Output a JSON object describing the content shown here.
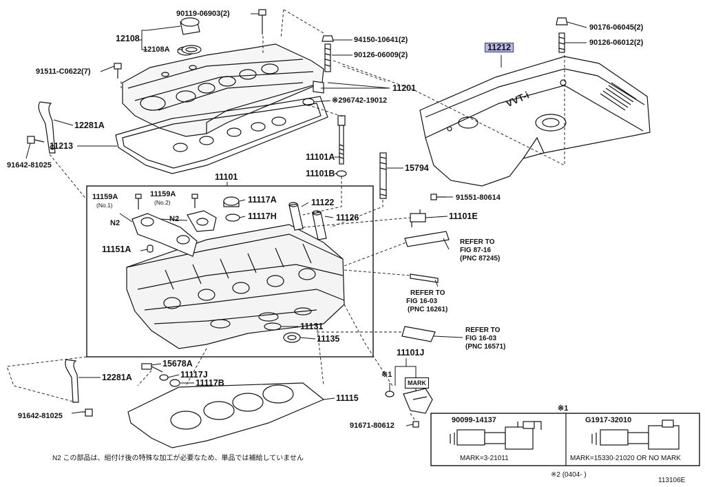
{
  "parts": {
    "p90119": "90119-06903(2)",
    "p12108": "12108",
    "p12108A": "12108A",
    "p94150": "94150-10641(2)",
    "p90126a": "90126-06009(2)",
    "p91511": "91511-C0622(7)",
    "p11201": "11201",
    "p296742": "※296742-19012",
    "p12281A_top": "12281A",
    "p11213": "11213",
    "p91642_top": "91642-81025",
    "p90176": "90176-06045(2)",
    "p90126b": "90126-06012(2)",
    "p11212": "11212",
    "p11101A": "11101A",
    "p11101B": "11101B",
    "p15794": "15794",
    "p11101": "11101",
    "p11159A_1": "11159A",
    "p11159A_1_sub": "(No.1)",
    "p11159A_2": "11159A",
    "p11159A_2_sub": "(No.2)",
    "p11117A": "11117A",
    "p11122": "11122",
    "p11117H": "11117H",
    "p11126": "11126",
    "p91551": "91551-80614",
    "p11101E": "11101E",
    "pN2a": "N2",
    "pN2b": "N2",
    "p11151A": "11151A",
    "p11131": "11131",
    "p11135": "11135",
    "p11101J": "11101J",
    "p15678A": "15678A",
    "p12281A_bot": "12281A",
    "p11117J": "11117J",
    "p11117B": "11117B",
    "p11115": "11115",
    "p91642_bot": "91642-81025",
    "p91671": "91671-80612",
    "mark_label": "MARK",
    "star1_small": "※1"
  },
  "refs": {
    "r1_line1": "REFER TO",
    "r1_line2": "FIG 87-16",
    "r1_line3": "(PNC 87245)",
    "r2_line1": "REFER TO",
    "r2_line2": "FIG 16-03",
    "r2_line3": "(PNC 16261)",
    "r3_line1": "REFER TO",
    "r3_line2": "FIG 16-03",
    "r3_line3": "(PNC 16571)"
  },
  "inset": {
    "star": "※1",
    "left_part": "90099-14137",
    "left_mark": "MARK=3-21011",
    "right_part": "G1917-32010",
    "right_mark": "MARK=15330-21020 OR NO MARK"
  },
  "cover_text": "VVT-i",
  "note_n2": "N2 この部品は、組付け後の特殊な加工が必要なため、単品では補給していません",
  "note_star2": "※2 (0404-    )",
  "fig_id": "113106E",
  "colors": {
    "highlight": "#b9b9ee",
    "ink": "#111111"
  }
}
